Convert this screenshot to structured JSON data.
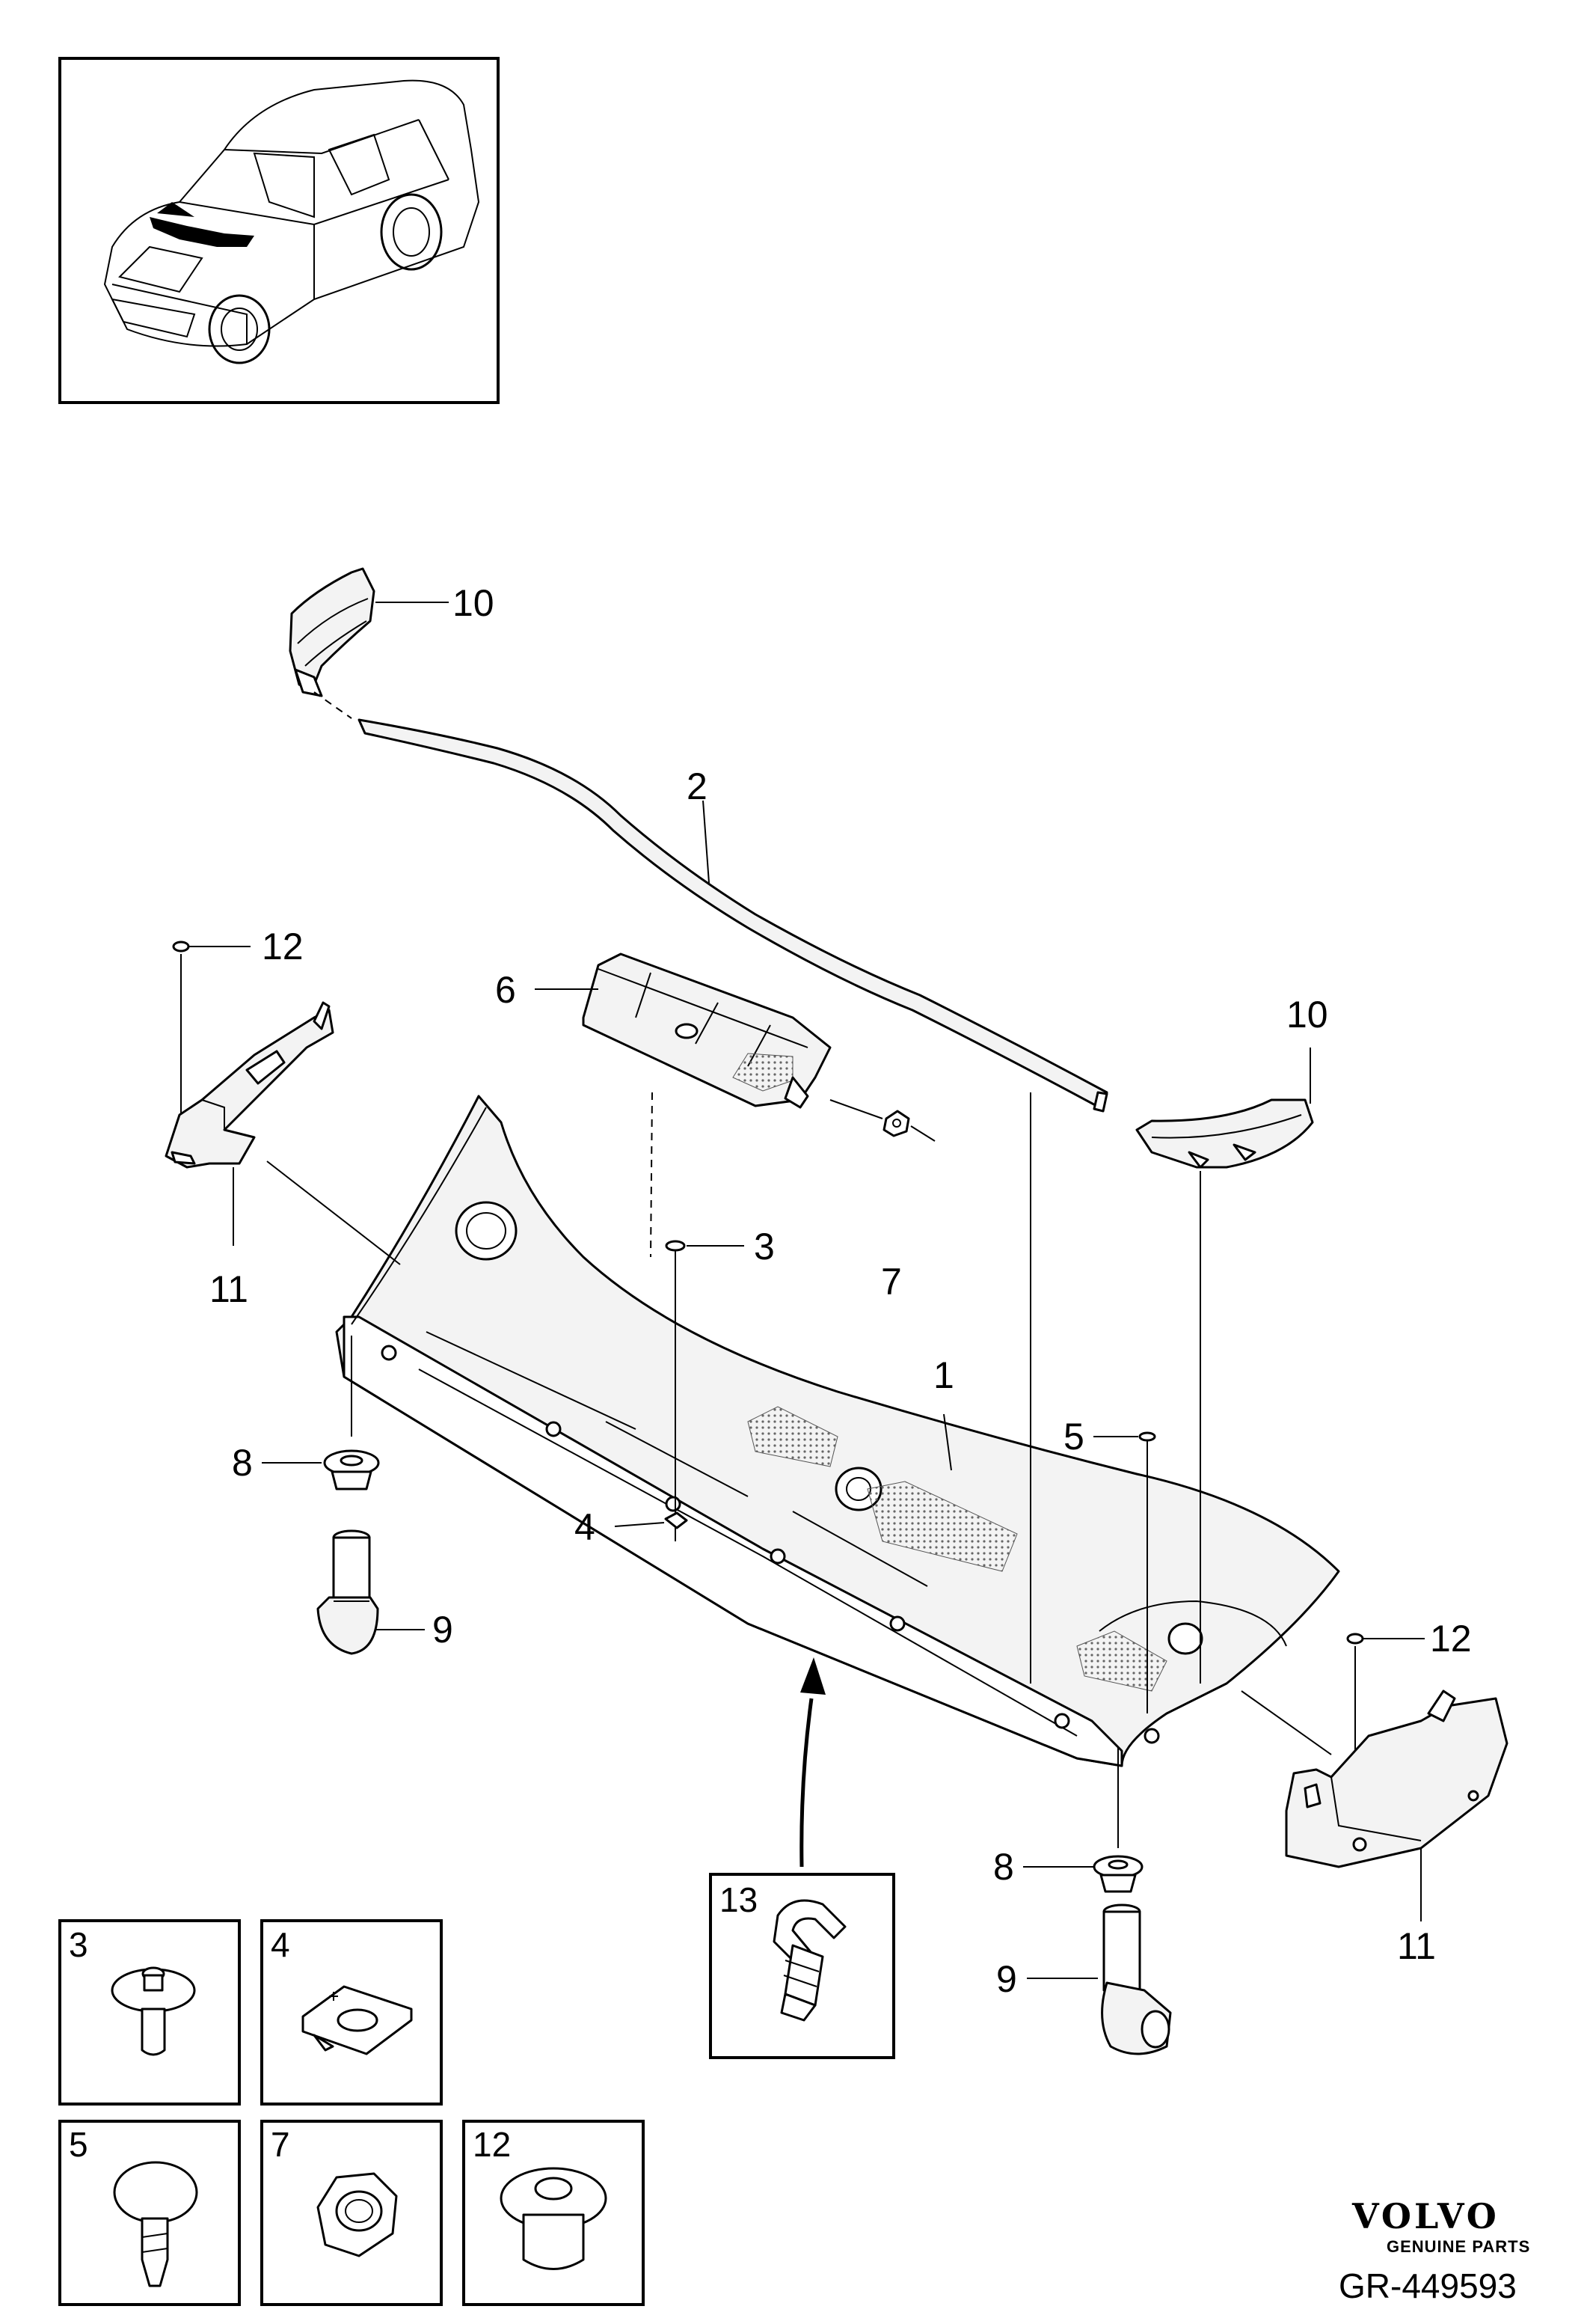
{
  "callouts": {
    "c1": "1",
    "c2": "2",
    "c3": "3",
    "c4": "4",
    "c5": "5",
    "c6": "6",
    "c7": "7",
    "c8a": "8",
    "c8b": "8",
    "c9a": "9",
    "c9b": "9",
    "c10a": "10",
    "c10b": "10",
    "c11a": "11",
    "c11b": "11",
    "c12a": "12",
    "c12b": "12",
    "c13": "13"
  },
  "detail_boxes": {
    "b3": "3",
    "b4": "4",
    "b5": "5",
    "b7": "7",
    "b12": "12"
  },
  "brand": {
    "logo": "VOLVO",
    "tagline": "GENUINE PARTS"
  },
  "reference": "GR-449593"
}
